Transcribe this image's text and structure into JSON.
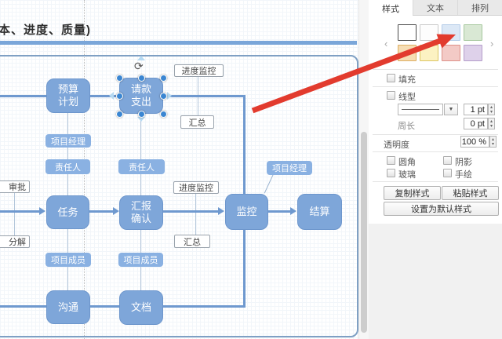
{
  "canvas": {
    "title": "本、进度、质量)",
    "nodes": [
      {
        "label": "预算\n计划"
      },
      {
        "label": "请款\n支出"
      },
      {
        "label": "任务"
      },
      {
        "label": "汇报\n确认"
      },
      {
        "label": "监控"
      },
      {
        "label": "结算"
      },
      {
        "label": "沟通"
      },
      {
        "label": "文档"
      }
    ],
    "blue_tags": [
      {
        "label": "项目经理"
      },
      {
        "label": "责任人"
      },
      {
        "label": "责任人"
      },
      {
        "label": "项目成员"
      },
      {
        "label": "项目成员"
      },
      {
        "label": "项目经理"
      }
    ],
    "white_tags": [
      {
        "label": "进度监控"
      },
      {
        "label": "汇总"
      },
      {
        "label": "审批"
      },
      {
        "label": "分解"
      },
      {
        "label": "进度监控"
      },
      {
        "label": "汇总"
      }
    ],
    "selection": {
      "rotate_icon": "⟳"
    },
    "colors": {
      "node_fill": "#7ea6d9",
      "connector": "#6f99cf",
      "annotation_red": "#e23b2e"
    }
  },
  "panel": {
    "tabs": [
      {
        "label": "样式"
      },
      {
        "label": "文本"
      },
      {
        "label": "排列"
      }
    ],
    "swatch_nav": {
      "prev": "‹",
      "next": "›"
    },
    "swatches": [
      {
        "name": "white-bold",
        "fill": "#ffffff",
        "border": "#4a4a4a"
      },
      {
        "name": "white",
        "fill": "#fdfdfd",
        "border": "#c9c9c9"
      },
      {
        "name": "blue",
        "fill": "#dce8f6",
        "border": "#b4cce8"
      },
      {
        "name": "green",
        "fill": "#d9e8d4",
        "border": "#a6c89e"
      },
      {
        "name": "tan",
        "fill": "#f6ddb4",
        "border": "#ddae62"
      },
      {
        "name": "yellow",
        "fill": "#fcf2c2",
        "border": "#dcc563"
      },
      {
        "name": "red",
        "fill": "#f3cac6",
        "border": "#dd9189"
      },
      {
        "name": "purple",
        "fill": "#ded1ea",
        "border": "#b49dca"
      }
    ],
    "fill": {
      "label": "填充"
    },
    "line": {
      "label": "线型",
      "width": "1 pt",
      "perimeter_label": "周长",
      "perimeter": "0 pt",
      "dropdown_icon": "▼"
    },
    "opacity": {
      "label": "透明度",
      "value": "100 %"
    },
    "toggles": [
      {
        "label": "圆角"
      },
      {
        "label": "阴影"
      },
      {
        "label": "玻璃"
      },
      {
        "label": "手绘"
      }
    ],
    "buttons": {
      "copy": "复制样式",
      "paste": "粘贴样式",
      "set_default": "设置为默认样式"
    },
    "icons": {
      "spin_up": "▴",
      "spin_down": "▾"
    }
  }
}
